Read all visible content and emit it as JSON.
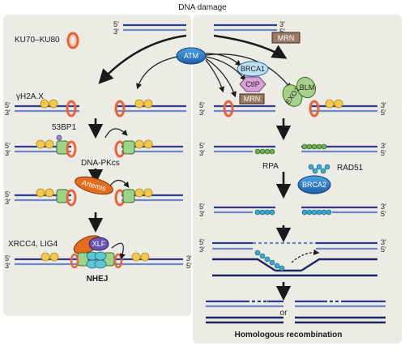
{
  "title": "DNA damage",
  "prime5": "5′",
  "prime3": "3′",
  "proteins": {
    "ku": "KU70–KU80",
    "mrn": "MRN",
    "atm": "ATM",
    "brca1": "BRCA1",
    "ctip": "CtIP",
    "exo1": "EXO1",
    "blm": "BLM",
    "h2ax": "γH2A.X",
    "bp53": "53BP1",
    "dnapkcs": "DNA-PKcs",
    "artemis": "Artemis",
    "xrcc4": "XRCC4, LIG4",
    "xlf": "XLF",
    "rpa": "RPA",
    "rad51": "RAD51",
    "brca2": "BRCA2"
  },
  "pathways": {
    "nhej": "NHEJ",
    "hr": "Homologous recombination",
    "or": "or"
  },
  "colors": {
    "panel": "#ecebe4",
    "dna_dark": "#2f3d8c",
    "dna_light": "#6f86c8",
    "ku_ring": "#e8643a",
    "atm": "#1f7dc4",
    "mrn": "#9b7b66",
    "nucleosome": "#f2c94c",
    "rpa": "#6fae55",
    "rad51": "#3aa9cf",
    "artemis": "#e36c1e",
    "ctip": "#d9a0d9",
    "xlf": "#6a55b0"
  }
}
